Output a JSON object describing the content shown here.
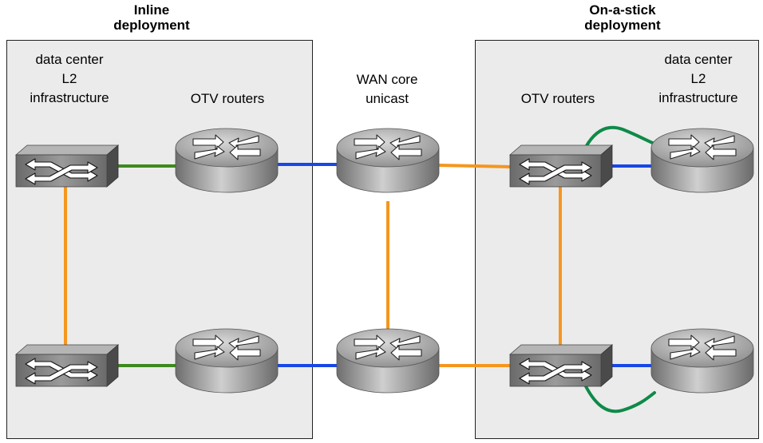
{
  "titles": {
    "left_line1": "Inline",
    "left_line2": "deployment",
    "right_line1": "On-a-stick",
    "right_line2": "deployment"
  },
  "labels": {
    "dc_left": [
      "data center",
      "L2",
      "infrastructure"
    ],
    "otv_left": "OTV routers",
    "wan": [
      "WAN core",
      "unicast"
    ],
    "otv_right": "OTV routers",
    "dc_right": [
      "data center",
      "L2",
      "infrastructure"
    ]
  },
  "colors": {
    "panel_fill": "#ebebeb",
    "link_green": "#3d8a1e",
    "link_blue": "#1747e6",
    "link_orange": "#f5961e",
    "loop_green": "#0e8a48",
    "device_gray": "#8a8a8a"
  },
  "devices": [
    {
      "type": "switch",
      "role": "dc-left-top"
    },
    {
      "type": "switch",
      "role": "dc-left-bottom"
    },
    {
      "type": "router",
      "role": "otv-left-top"
    },
    {
      "type": "router",
      "role": "otv-left-bottom"
    },
    {
      "type": "router",
      "role": "wan-top"
    },
    {
      "type": "router",
      "role": "wan-bottom"
    },
    {
      "type": "switch",
      "role": "otv-right-top"
    },
    {
      "type": "switch",
      "role": "otv-right-bottom"
    },
    {
      "type": "router",
      "role": "dc-right-top"
    },
    {
      "type": "router",
      "role": "dc-right-bottom"
    }
  ]
}
